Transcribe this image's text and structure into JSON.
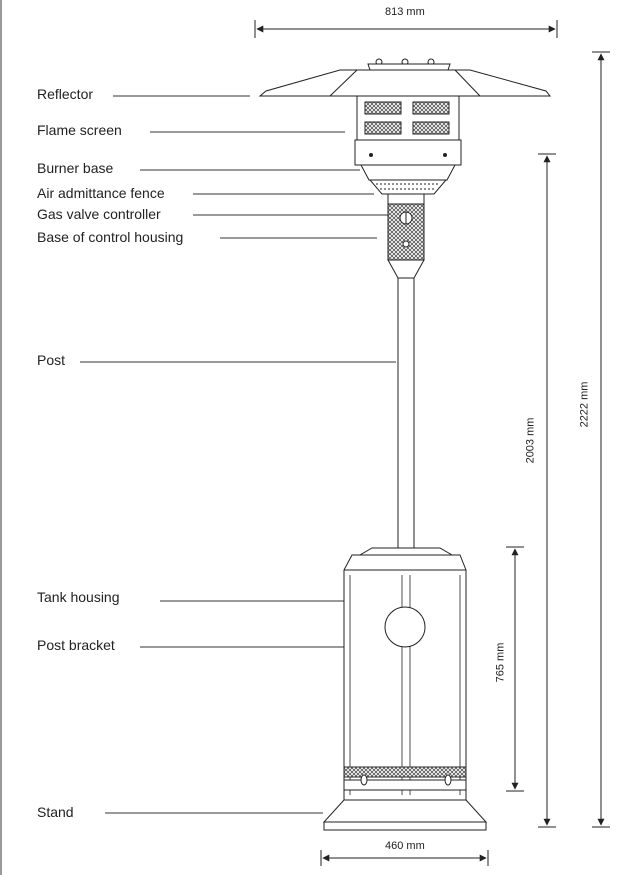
{
  "labels": {
    "reflector": "Reflector",
    "flame_screen": "Flame screen",
    "burner_base": "Burner base",
    "air_fence": "Air admittance fence",
    "gas_valve": "Gas valve controller",
    "control_base": "Base of control housing",
    "post": "Post",
    "tank_housing": "Tank housing",
    "post_bracket": "Post bracket",
    "stand": "Stand"
  },
  "dimensions": {
    "top_width": "813 mm",
    "bottom_width": "460 mm",
    "height_total": "2222 mm",
    "height_burner": "2003 mm",
    "height_tank": "765 mm"
  },
  "colors": {
    "line": "#333333",
    "text": "#222222"
  }
}
